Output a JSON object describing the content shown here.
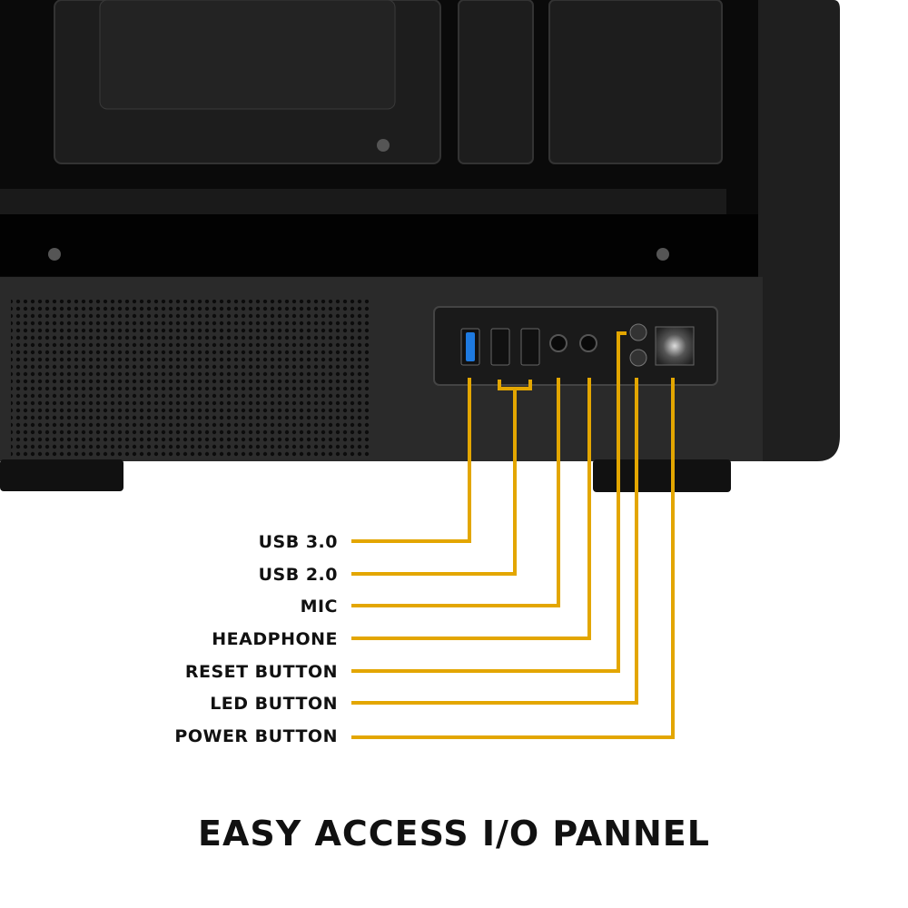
{
  "labels": [
    {
      "id": "usb3",
      "text": "USB 3.0"
    },
    {
      "id": "usb2",
      "text": "USB 2.0"
    },
    {
      "id": "mic",
      "text": "MIC"
    },
    {
      "id": "headphone",
      "text": "HEADPHONE"
    },
    {
      "id": "reset",
      "text": "RESET BUTTON"
    },
    {
      "id": "led",
      "text": "LED BUTTON"
    },
    {
      "id": "power",
      "text": "POWER BUTTON"
    }
  ],
  "title": "EASY ACCESS I/O PANNEL",
  "colors": {
    "accent": "#e3a600",
    "case": "#1c1c1c",
    "panel": "#2b2b2b",
    "usb3_blue": "#1e7ae0"
  }
}
